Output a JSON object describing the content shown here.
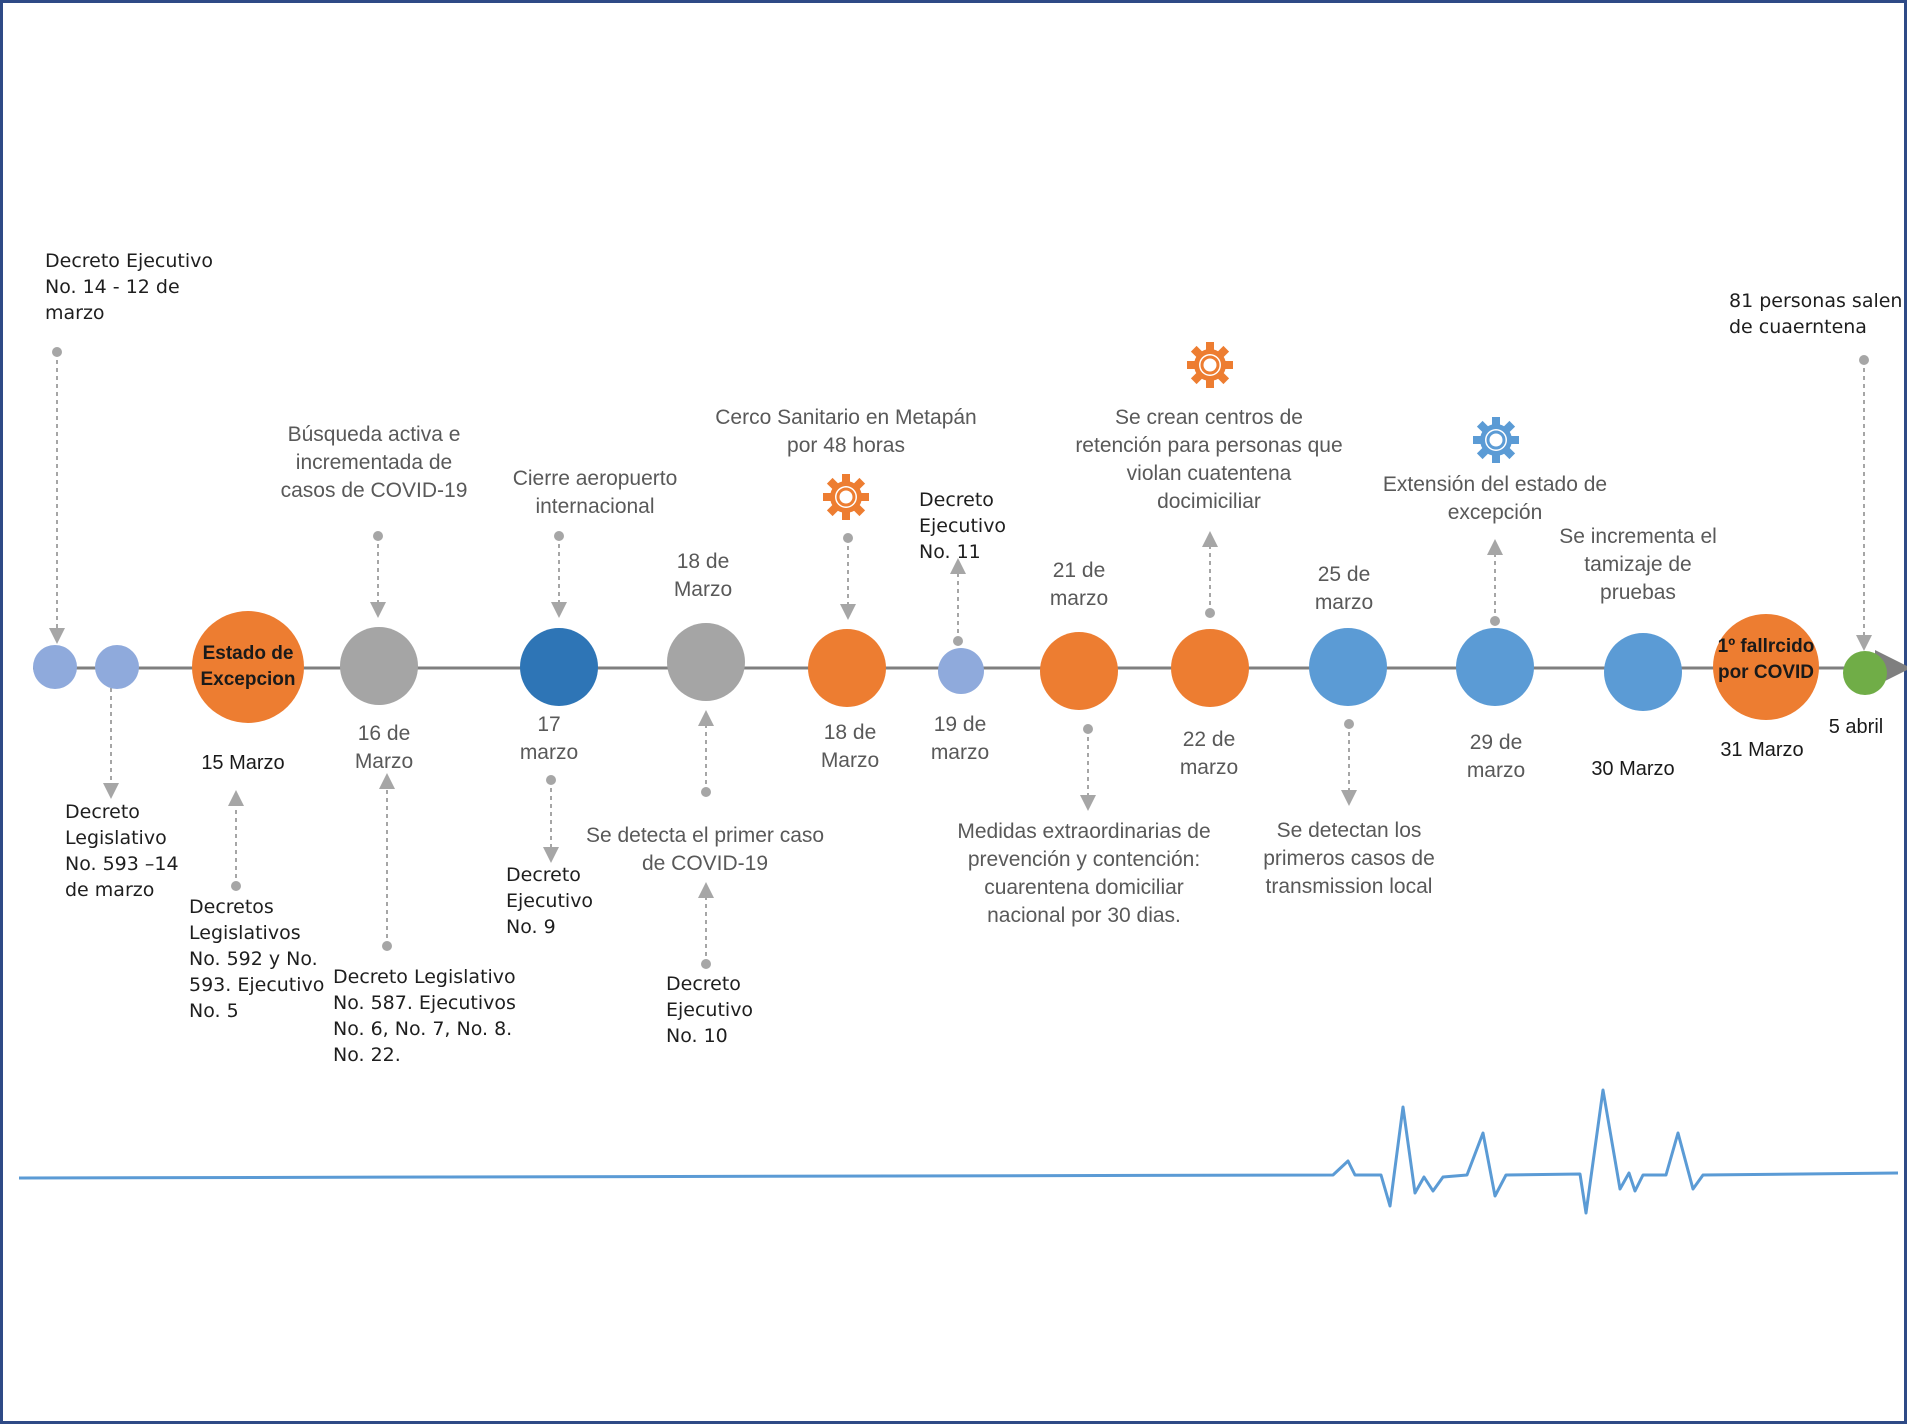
{
  "colors": {
    "frame": "#2e4a86",
    "axis": "#7f7f7f",
    "connector": "#a6a6a6",
    "light_blue": "#8faadc",
    "orange": "#ed7d31",
    "gray": "#a5a5a5",
    "dark_blue": "#2e75b6",
    "medium_blue": "#5b9bd5",
    "green": "#70ad47",
    "heartbeat": "#5b9bd5"
  },
  "nodes": {
    "n1": {
      "color": "light_blue"
    },
    "n2": {
      "color": "light_blue"
    },
    "n3": {
      "color": "orange",
      "label": "Estado de\nExcepcion"
    },
    "n4": {
      "color": "gray"
    },
    "n5": {
      "color": "dark_blue"
    },
    "n6": {
      "color": "gray"
    },
    "n7": {
      "color": "orange"
    },
    "n8": {
      "color": "light_blue"
    },
    "n9": {
      "color": "orange"
    },
    "n10": {
      "color": "orange"
    },
    "n11": {
      "color": "medium_blue"
    },
    "n12": {
      "color": "medium_blue"
    },
    "n13": {
      "color": "medium_blue"
    },
    "n14": {
      "color": "orange",
      "label": "1º fallrcido\npor COVID"
    },
    "n15": {
      "color": "green"
    }
  },
  "texts": {
    "decreto_ej_14": "Decreto Ejecutivo\nNo. 14 - 12 de\nmarzo",
    "decreto_leg_593": "Decreto\nLegislativo\nNo. 593 –14\nde marzo",
    "date_15_marzo": "15 Marzo",
    "decretos_leg_592": "Decretos\nLegislativos\nNo. 592 y No.\n593. Ejecutivo\nNo. 5",
    "busqueda_activa": "Búsqueda activa e\nincrementada de\ncasos de COVID-19",
    "date_16_marzo": "16 de\nMarzo",
    "decreto_leg_587": "Decreto Legislativo\nNo. 587.  Ejecutivos\nNo. 6, No. 7, No. 8.\nNo. 22.",
    "cierre_aeropuerto": "Cierre aeropuerto\ninternacional",
    "date_17_marzo": "17\nmarzo",
    "decreto_ej_9": "Decreto\nEjecutivo\nNo. 9",
    "date_18_marzo_top": "18 de\nMarzo",
    "primer_caso": "Se detecta el primer  caso\nde COVID-19",
    "decreto_ej_10": "Decreto\nEjecutivo\nNo. 10",
    "cerco_sanitario": "Cerco Sanitario en Metapán\npor 48 horas",
    "date_18_marzo_bottom": "18 de\nMarzo",
    "decreto_ej_11": "Decreto\nEjecutivo\nNo. 11",
    "date_19_marzo": "19 de\nmarzo",
    "date_21_marzo": "21 de\nmarzo",
    "medidas_extra": "Medidas extraordinarias de\nprevención y contención:\ncuarentena domiciliar\nnacional por 30 dias.",
    "centros_retencion": "Se crean centros de\nretención para personas que\nviolan cuatentena\ndocimiciliar",
    "date_22_marzo": "22 de\nmarzo",
    "date_25_marzo": "25 de\nmarzo",
    "primeros_casos": "Se detectan los\nprimeros  casos de\ntransmission local",
    "extension_estado": "Extensión del estado de\nexcepción",
    "date_29_marzo": "29 de\nmarzo",
    "tamizaje": "Se incrementa  el\ntamizaje de\npruebas",
    "date_30_marzo": "30 Marzo",
    "date_31_marzo": "31 Marzo",
    "personas_salen": "81 personas salen\nde cuaerntena",
    "date_5_abril": "5 abril"
  }
}
